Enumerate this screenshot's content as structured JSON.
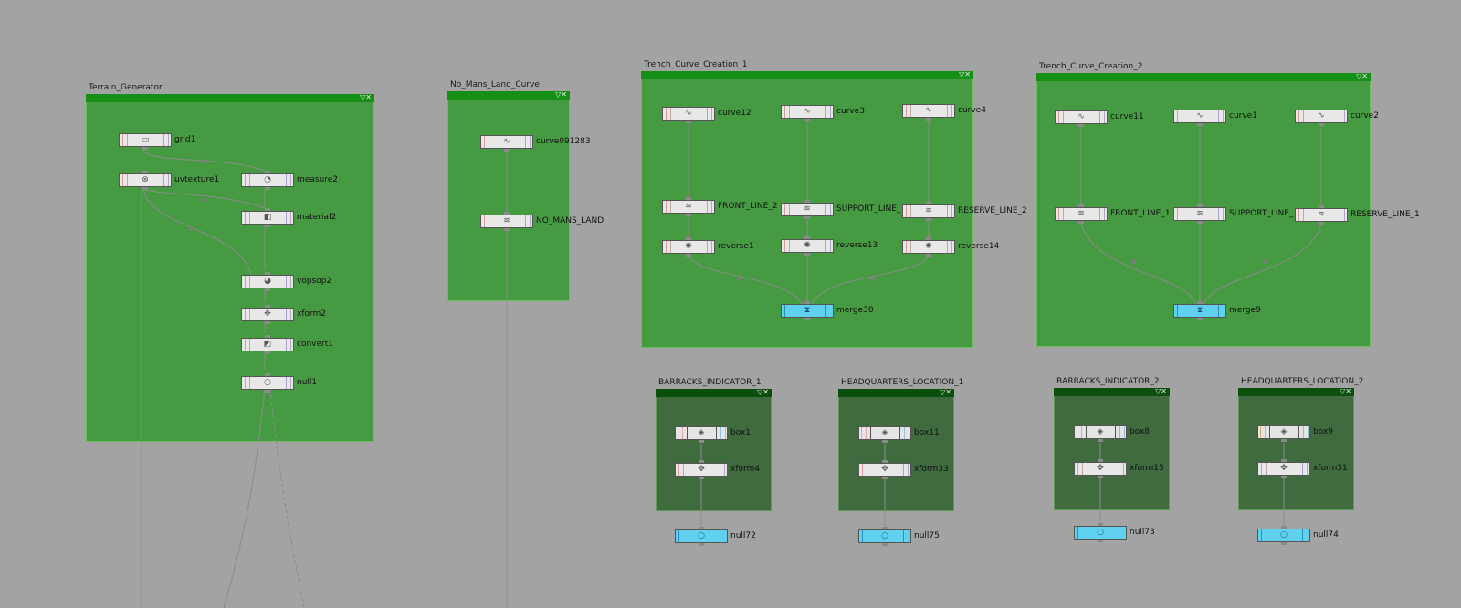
{
  "network": {
    "boxes": [
      {
        "id": "terrain",
        "title": "Terrain_Generator",
        "ctrl": "▽✕"
      },
      {
        "id": "nomans",
        "title": "No_Mans_Land_Curve",
        "ctrl": "▽✕"
      },
      {
        "id": "trench1",
        "title": "Trench_Curve_Creation_1",
        "ctrl": "▽✕"
      },
      {
        "id": "trench2",
        "title": "Trench_Curve_Creation_2",
        "ctrl": "▽✕"
      },
      {
        "id": "barracks1",
        "title": "BARRACKS_INDICATOR_1",
        "ctrl": "▽✕"
      },
      {
        "id": "hq1",
        "title": "HEADQUARTERS_LOCATION_1",
        "ctrl": "▽✕"
      },
      {
        "id": "barracks2",
        "title": "BARRACKS_INDICATOR_2",
        "ctrl": "▽✕"
      },
      {
        "id": "hq2",
        "title": "HEADQUARTERS_LOCATION_2",
        "ctrl": "▽✕"
      }
    ],
    "nodes": {
      "grid1": "grid1",
      "uvtexture1": "uvtexture1",
      "measure2": "measure2",
      "material2": "material2",
      "vopsop2": "vopsop2",
      "xform2": "xform2",
      "convert1": "convert1",
      "null1": "null1",
      "curve091283": "curve091283",
      "no_mans_land": "NO_MANS_LAND",
      "curve12": "curve12",
      "curve3": "curve3",
      "curve4": "curve4",
      "front_line_2": "FRONT_LINE_2",
      "support_line_2": "SUPPORT_LINE_",
      "reserve_line_2": "RESERVE_LINE_2",
      "reverse1": "reverse1",
      "reverse13": "reverse13",
      "reverse14": "reverse14",
      "merge30": "merge30",
      "curve11": "curve11",
      "curve1": "curve1",
      "curve2": "curve2",
      "front_line_1": "FRONT_LINE_1",
      "support_line_1": "SUPPORT_LINE_",
      "reserve_line_1": "RESERVE_LINE_1",
      "merge9": "merge9",
      "box1": "box1",
      "xform4": "xform4",
      "null72": "null72",
      "box11": "box11",
      "xform33": "xform33",
      "null75": "null75",
      "box8": "box8",
      "xform15": "xform15",
      "null73": "null73",
      "box9": "box9",
      "xform31": "xform31",
      "null74": "null74"
    },
    "icons": {
      "grid": "▭",
      "uvtexture": "⊗",
      "measure": "◔",
      "material": "◧",
      "vopsop": "◕",
      "xform": "✥",
      "convert": "◩",
      "null": "○",
      "curve": "∿",
      "resample": "≋",
      "reverse": "✺",
      "merge": "⧗",
      "box": "◈"
    },
    "colors": {
      "background": "#a3a3a3",
      "netbox": "#469a42",
      "netbox_dark": "#3f6b3f",
      "netbox_bar": "#159016",
      "display_node": "#5fd0ee"
    }
  }
}
